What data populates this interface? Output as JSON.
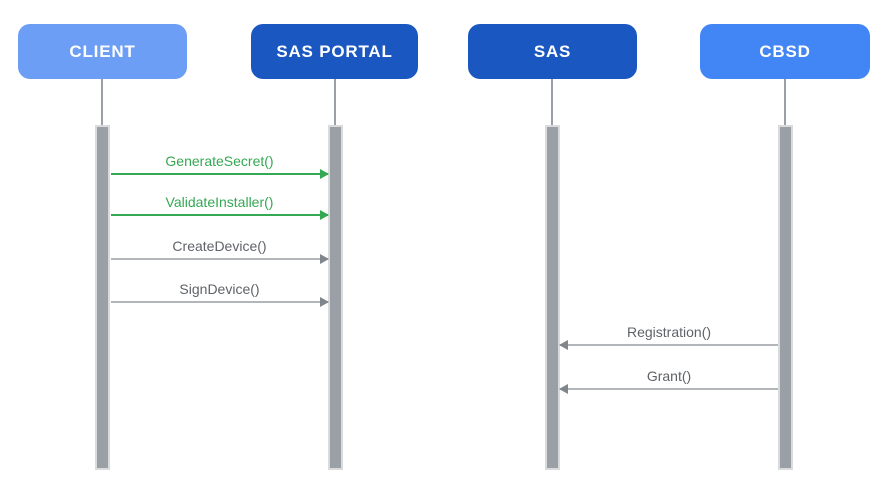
{
  "diagram": {
    "type": "sequence-diagram",
    "actors": [
      {
        "label": "CLIENT",
        "fill": "#6D9EF5"
      },
      {
        "label": "SAS PORTAL",
        "fill": "#1B57C0"
      },
      {
        "label": "SAS",
        "fill": "#1B57C0"
      },
      {
        "label": "CBSD",
        "fill": "#4285F4"
      }
    ],
    "messages": [
      {
        "label": "GenerateSecret()",
        "from": "CLIENT",
        "to": "SAS PORTAL",
        "direction": "right",
        "color": "#34A853"
      },
      {
        "label": "ValidateInstaller()",
        "from": "CLIENT",
        "to": "SAS PORTAL",
        "direction": "right",
        "color": "#34A853"
      },
      {
        "label": "CreateDevice()",
        "from": "CLIENT",
        "to": "SAS PORTAL",
        "direction": "right",
        "color": "#5F6368"
      },
      {
        "label": "SignDevice()",
        "from": "CLIENT",
        "to": "SAS PORTAL",
        "direction": "right",
        "color": "#5F6368"
      },
      {
        "label": "Registration()",
        "from": "CBSD",
        "to": "SAS",
        "direction": "left",
        "color": "#5F6368"
      },
      {
        "label": "Grant()",
        "from": "CBSD",
        "to": "SAS",
        "direction": "left",
        "color": "#5F6368"
      }
    ],
    "palette": {
      "actor_text": "#FFFFFF",
      "green_arrow": "#34A853",
      "gray_arrow_line": "#B2B6BA",
      "gray_arrow_head": "#80868B",
      "gray_label": "#5F6368",
      "lifeline": "#9AA0A6",
      "activation_fill": "#9AA0A6",
      "activation_border": "#D9DBDD",
      "background": "#FFFFFF"
    }
  }
}
